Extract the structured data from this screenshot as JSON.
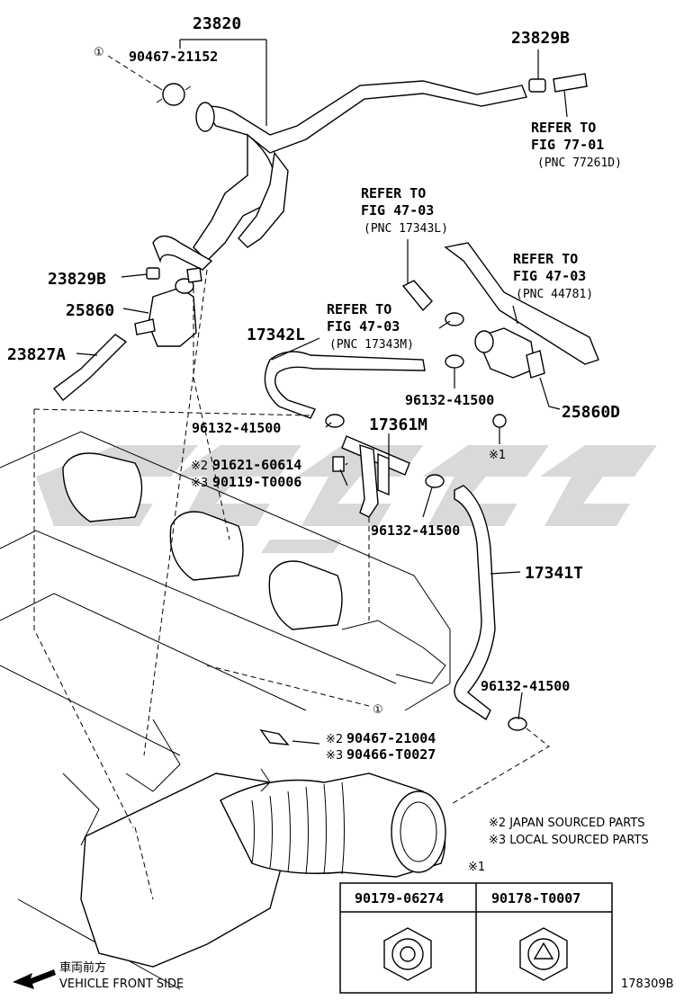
{
  "labels": {
    "p23820": "23820",
    "p90467_21152": "90467-21152",
    "p23829B_top": "23829B",
    "p23829B_left": "23829B",
    "p25860": "25860",
    "p23827A": "23827A",
    "p17342L": "17342L",
    "p17361M": "17361M",
    "p17341T": "17341T",
    "p25860D": "25860D",
    "clamp1": "96132-41500",
    "clamp2": "96132-41500",
    "clamp3": "96132-41500",
    "clamp4": "96132-41500",
    "p91621": "91621-60614",
    "p90119": "90119-T0006",
    "p90467_21004": "90467-21004",
    "p90466": "90466-T0027",
    "mark2a": "※2",
    "mark3a": "※3",
    "mark2b": "※2",
    "mark3b": "※3",
    "mark1": "※1",
    "mark1_table": "※1",
    "circ1_top": "①",
    "circ1_bottom": "①"
  },
  "refs": {
    "fig77_refer": "REFER TO",
    "fig77_fig": "FIG 77-01",
    "fig77_pnc": "(PNC 77261D)",
    "fig4703a_refer": "REFER TO",
    "fig4703a_fig": "FIG 47-03",
    "fig4703a_pnc": "(PNC 17343L)",
    "fig4703b_refer": "REFER TO",
    "fig4703b_fig": "FIG 47-03",
    "fig4703b_pnc": "(PNC 17343M)",
    "fig4703c_refer": "REFER TO",
    "fig4703c_fig": "FIG 47-03",
    "fig4703c_pnc": "(PNC 44781)"
  },
  "notes": {
    "japan": "※2 JAPAN SOURCED PARTS",
    "local": "※3 LOCAL SOURCED PARTS",
    "front_jp": "車両前方",
    "front_en": "VEHICLE FRONT SIDE",
    "figure_id": "178309B"
  },
  "table": {
    "col1": "90179-06274",
    "col2": "90178-T0007"
  },
  "colors": {
    "line": "#000000",
    "watermark": "#d9d9d9",
    "background": "#ffffff"
  }
}
